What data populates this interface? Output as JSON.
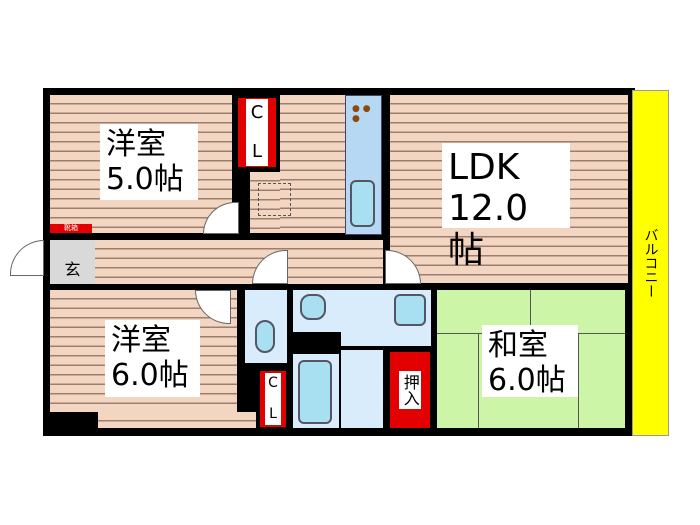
{
  "rooms": {
    "bedroom1": {
      "name": "洋室",
      "size": "5.0帖"
    },
    "bedroom2": {
      "name": "洋室",
      "size": "6.0帖"
    },
    "ldk": {
      "name": "LDK",
      "size": "12.0帖"
    },
    "washitsu": {
      "name": "和室",
      "size": "6.0帖"
    },
    "closet1": {
      "label_c": "C",
      "label_l": "L"
    },
    "closet2": {
      "label_c": "C",
      "label_l": "L"
    },
    "oshiire": {
      "label": "押入"
    },
    "entrance": {
      "label": "玄",
      "shoebox": "靴箱"
    },
    "balcony": {
      "label": "バルコニー"
    }
  },
  "colors": {
    "floor": "#f3d6c2",
    "closet": "#e30000",
    "tatami": "#ccf5a8",
    "balcony": "#ffff00",
    "wet": "#d8ecfb"
  }
}
